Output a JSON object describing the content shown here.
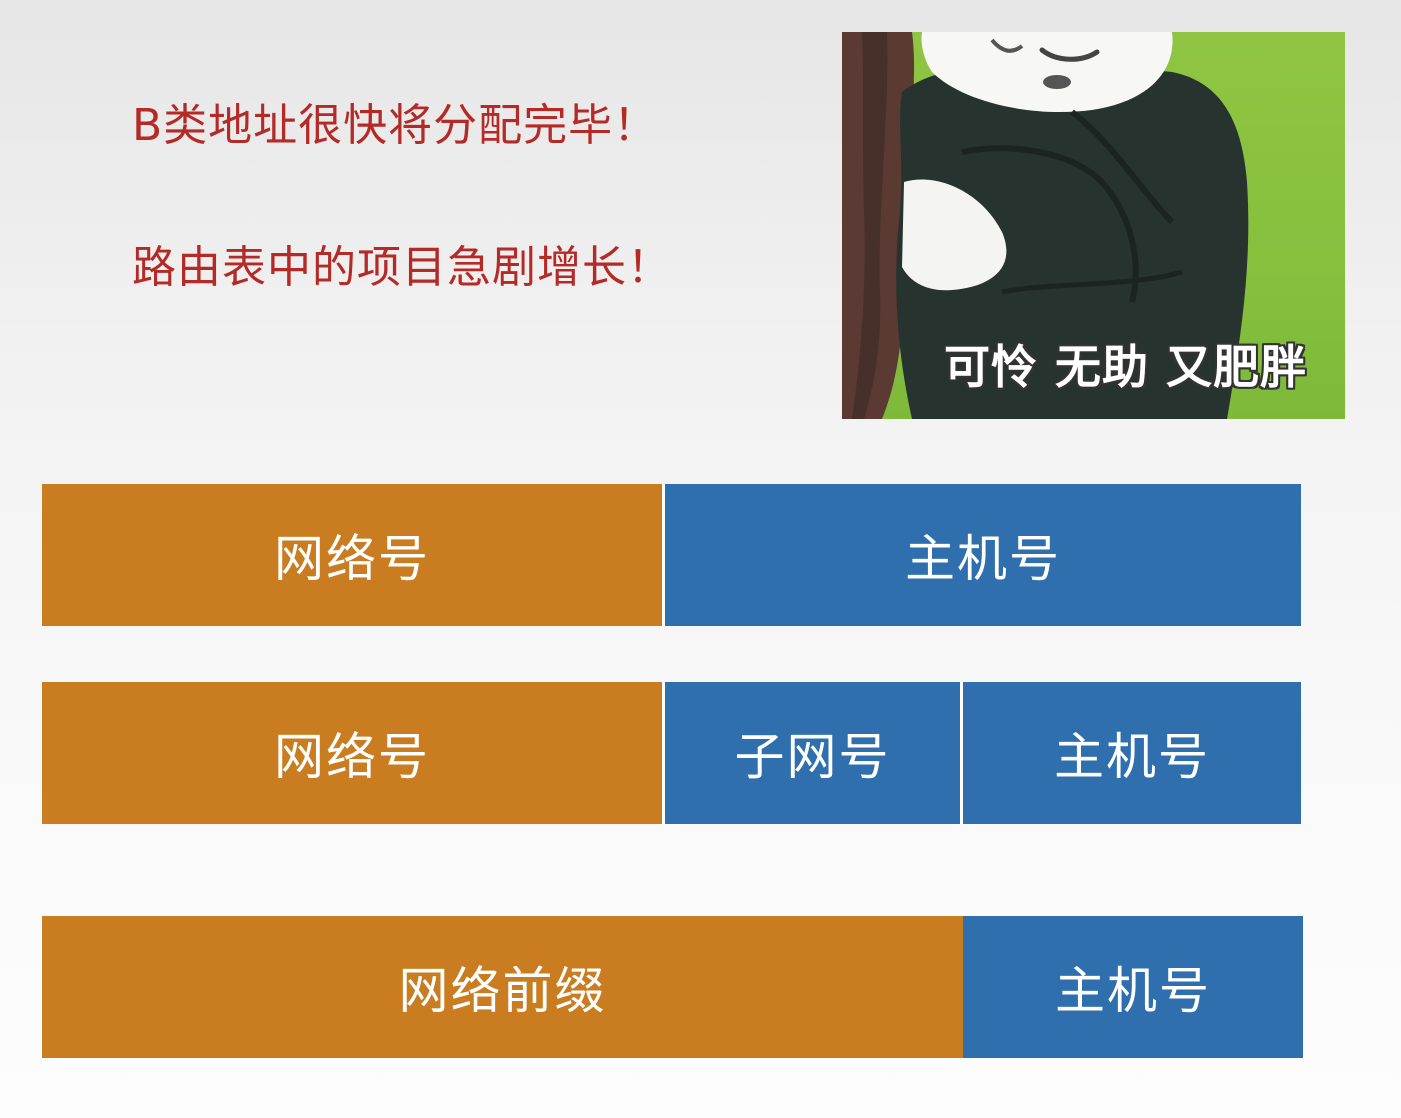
{
  "text": {
    "line1": "B类地址很快将分配完毕！",
    "line2": "路由表中的项目急剧增长！"
  },
  "meme": {
    "caption": "可怜 无助 又肥胖"
  },
  "bars": {
    "classful": {
      "network": "网络号",
      "host": "主机号"
    },
    "subnetted": {
      "network": "网络号",
      "subnet": "子网号",
      "host": "主机号"
    },
    "cidr": {
      "prefix": "网络前缀",
      "host": "主机号"
    }
  },
  "colors": {
    "title_text": "#b42a26",
    "network_segment": "#c97d20",
    "host_segment": "#2f6fad",
    "meme_background": "#8fc542"
  }
}
